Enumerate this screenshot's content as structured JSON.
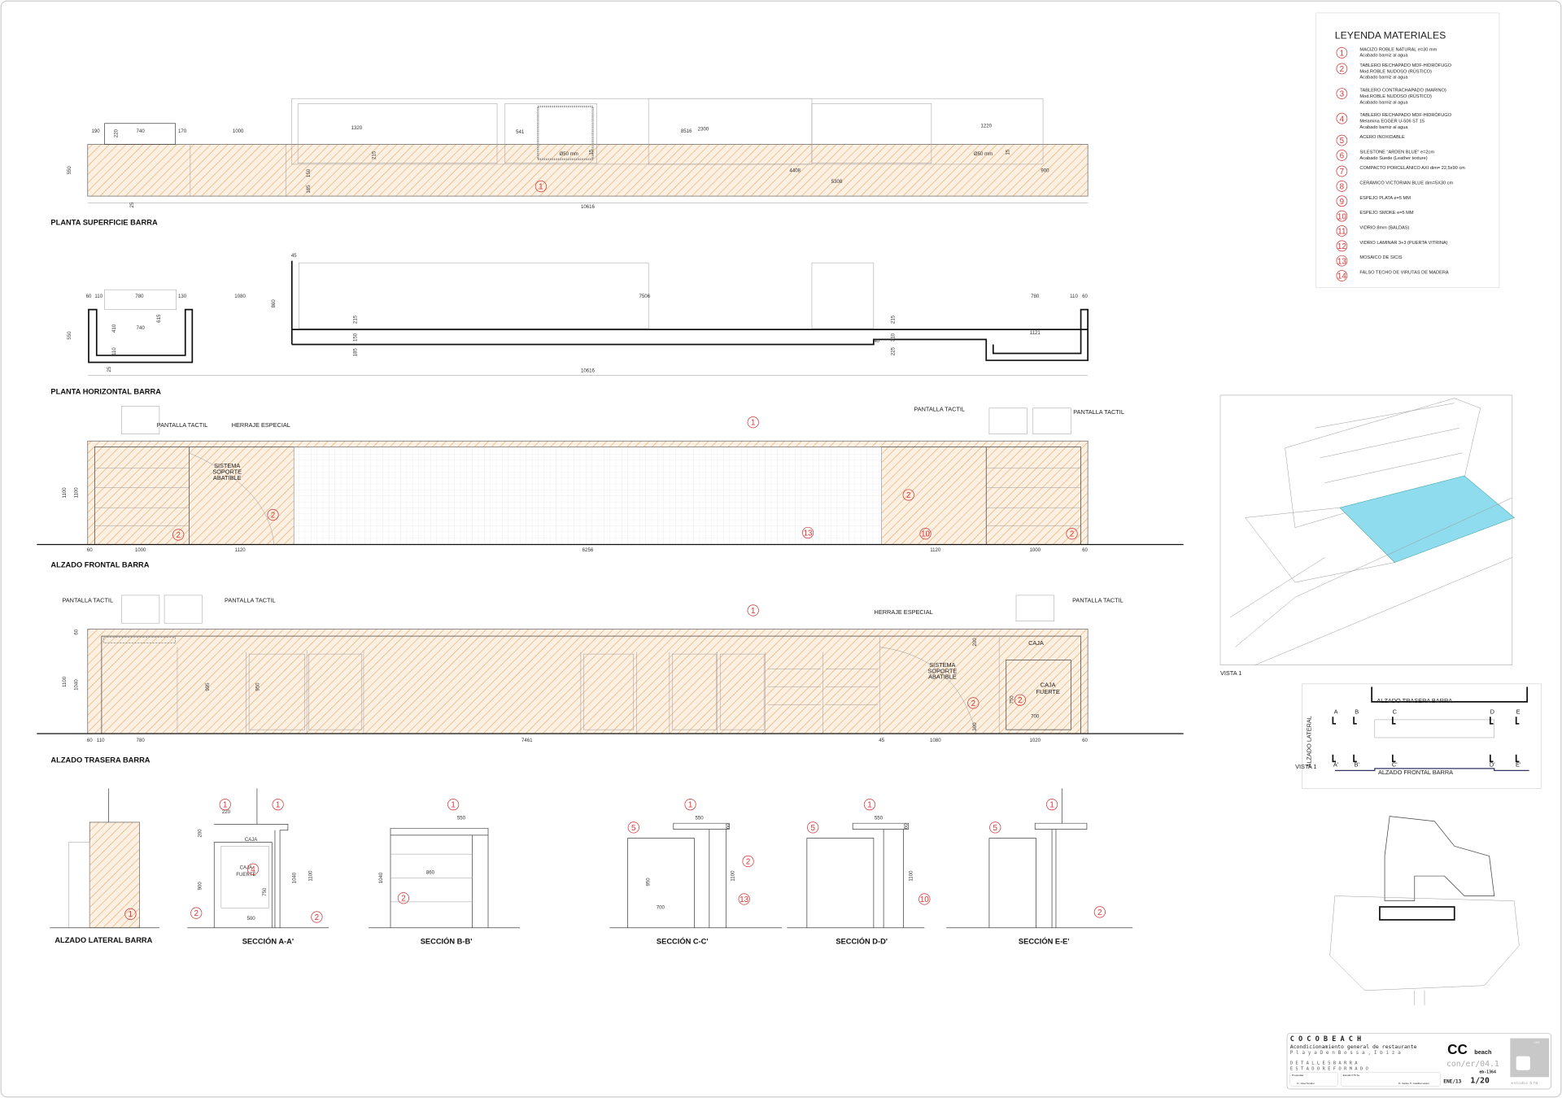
{
  "drawings": {
    "planta_superficie": {
      "title": "PLANTA SUPERFICIE BARRA",
      "dims": [
        "190",
        "220",
        "740",
        "170",
        "1000",
        "1320",
        "541",
        "8516",
        "2300",
        "1220",
        "550",
        "215",
        "150",
        "185",
        "Ø50 mm",
        "15",
        "4408",
        "5308",
        "900",
        "Ø50 mm",
        "15",
        "25",
        "10616"
      ],
      "markers": [
        "1"
      ]
    },
    "planta_horizontal": {
      "title": "PLANTA HORIZONTAL BARRA",
      "dims": [
        "60",
        "110",
        "780",
        "130",
        "1080",
        "7506",
        "780",
        "110",
        "60",
        "45",
        "860",
        "550",
        "410",
        "740",
        "615",
        "215",
        "150",
        "185",
        "215",
        "310",
        "225",
        "40",
        "1121",
        "110",
        "25",
        "10616"
      ]
    },
    "alzado_frontal": {
      "title": "ALZADO FRONTAL BARRA",
      "labels": [
        "PANTALLA TACTIL",
        "HERRAJE ESPECIAL",
        "SISTEMA",
        "SOPORTE",
        "ABATIBLE",
        "PANTALLA TACTIL",
        "PANTALLA TACTIL"
      ],
      "dims": [
        "1100",
        "1100",
        "60",
        "1000",
        "1120",
        "6256",
        "1120",
        "1000",
        "60"
      ],
      "markers": [
        "1",
        "2",
        "2",
        "13",
        "2",
        "10",
        "2"
      ]
    },
    "alzado_trasera": {
      "title": "ALZADO TRASERA BARRA",
      "labels": [
        "PANTALLA TACTIL",
        "PANTALLA TACTIL",
        "HERRAJE ESPECIAL",
        "SISTEMA",
        "SOPORTE",
        "ABATIBLE",
        "PANTALLA TACTIL",
        "CAJA",
        "CAJA",
        "FUERTE"
      ],
      "dims": [
        "60",
        "1100",
        "1040",
        "995",
        "950",
        "200",
        "750",
        "700",
        "300",
        "60",
        "110",
        "780",
        "7461",
        "45",
        "1080",
        "1020",
        "60"
      ],
      "markers": [
        "1",
        "2",
        "2"
      ]
    },
    "alzado_lateral": {
      "title": "ALZADO LATERAL BARRA",
      "markers": [
        "1"
      ]
    },
    "seccion_a": {
      "title": "SECCIÓN A-A'",
      "markers": [
        "1",
        "1",
        "4",
        "2",
        "2"
      ],
      "dims": [
        "220",
        "200",
        "CAJA",
        "CAJA",
        "FUERTE",
        "900",
        "750",
        "500",
        "1040",
        "1100"
      ]
    },
    "seccion_b": {
      "title": "SECCIÓN B-B'",
      "markers": [
        "1",
        "2"
      ],
      "dims": [
        "550",
        "1040",
        "860"
      ]
    },
    "seccion_c": {
      "title": "SECCIÓN C-C'",
      "markers": [
        "5",
        "1",
        "2",
        "13"
      ],
      "dims": [
        "550",
        "60",
        "950",
        "700",
        "1100"
      ]
    },
    "seccion_d": {
      "title": "SECCIÓN D-D'",
      "markers": [
        "5",
        "1",
        "10"
      ],
      "dims": [
        "550",
        "60",
        "1100"
      ]
    },
    "seccion_e": {
      "title": "SECCIÓN E-E'",
      "markers": [
        "5",
        "1",
        "2"
      ]
    },
    "vista": {
      "label": "VISTA 1"
    },
    "key_plan": {
      "labels": [
        "ALZADO TRASERA BARRA",
        "A",
        "B",
        "C",
        "D",
        "E",
        "A'",
        "B'",
        "C'",
        "D'",
        "E'",
        "ALZADO LATERAL",
        "VISTA 1",
        "ALZADO FRONTAL BARRA"
      ]
    }
  },
  "legend": {
    "title": "LEYENDA MATERIALES",
    "items": [
      {
        "num": "1",
        "lines": [
          "MACIZO ROBLE NATURAL e=30 mm",
          "Acabado barniz al agua"
        ]
      },
      {
        "num": "2",
        "lines": [
          "TABLERO RECHAPADO MDF-HIDRÓFUGO",
          "Mod.ROBLE NUDOSO (RÚSTICO)",
          "Acabado barniz al agua"
        ]
      },
      {
        "num": "3",
        "lines": [
          "TABLERO CONTRACHAPADO (MARINO)",
          "Mod.ROBLE NUDOSO (RÚSTICO)",
          "Acabado barniz al agua"
        ]
      },
      {
        "num": "4",
        "lines": [
          "TABLERO RECHAPADO MDF-HIDRÓFUGO",
          "Melamina EGGER U-506 ST 15",
          "Acabado barniz al agua"
        ]
      },
      {
        "num": "5",
        "lines": [
          "ACERO INOXIDABLE"
        ]
      },
      {
        "num": "6",
        "lines": [
          "SILESTONE  \"ARDEN BLUE\" e=2cm",
          "Acabado Suede (Leather texture)"
        ]
      },
      {
        "num": "7",
        "lines": [
          "COMPACTO  PORCELÁNICO AXI dim= 22,5x90 cm"
        ]
      },
      {
        "num": "8",
        "lines": [
          "CERÁMICO VICTORIAN BLUE dim=5X30 cm"
        ]
      },
      {
        "num": "9",
        "lines": [
          "ESPEJO PLATA e=5 MM"
        ]
      },
      {
        "num": "10",
        "lines": [
          "ESPEJO SMOKE e=5 MM"
        ]
      },
      {
        "num": "11",
        "lines": [
          "VIDRIO 8mm (BALDAS)"
        ]
      },
      {
        "num": "12",
        "lines": [
          "VIDRIO  LAMINAR 3+3 (PUERTA VITRINA)"
        ]
      },
      {
        "num": "13",
        "lines": [
          "MOSAICO DE SICIS"
        ]
      },
      {
        "num": "14",
        "lines": [
          "FALSO TECHO DE VIRUTAS DE MADERA"
        ]
      }
    ]
  },
  "title_block": {
    "project": "C O C O     B E A C H",
    "description": "Acondicionamiento general de restaurante",
    "location": "P l a y a   D e n   B o s s a ,   I b i z a",
    "sheet_title_1": "D E T A L L E S     B A R R A",
    "sheet_title_2": "E S T A D O     R E F O R M A D O",
    "owner_label": "Propiedad",
    "owner_name": "D. Josef Smider",
    "studio_label": "Estudio b76 SL",
    "architect_name": "D. Carlos H. Castilla Lázaro",
    "logo_cc": "CC",
    "logo_beach": "beach",
    "code": "con/er/04.1",
    "ref": "eb-1364",
    "date": "ENE/13",
    "sheet": "1/20",
    "studio_logo_text": "estudio b76",
    "studio_logo_year": "1364"
  },
  "colors": {
    "marker": "#d33333",
    "hatch": "#e3a86a",
    "glass": "#7fd3ea"
  }
}
